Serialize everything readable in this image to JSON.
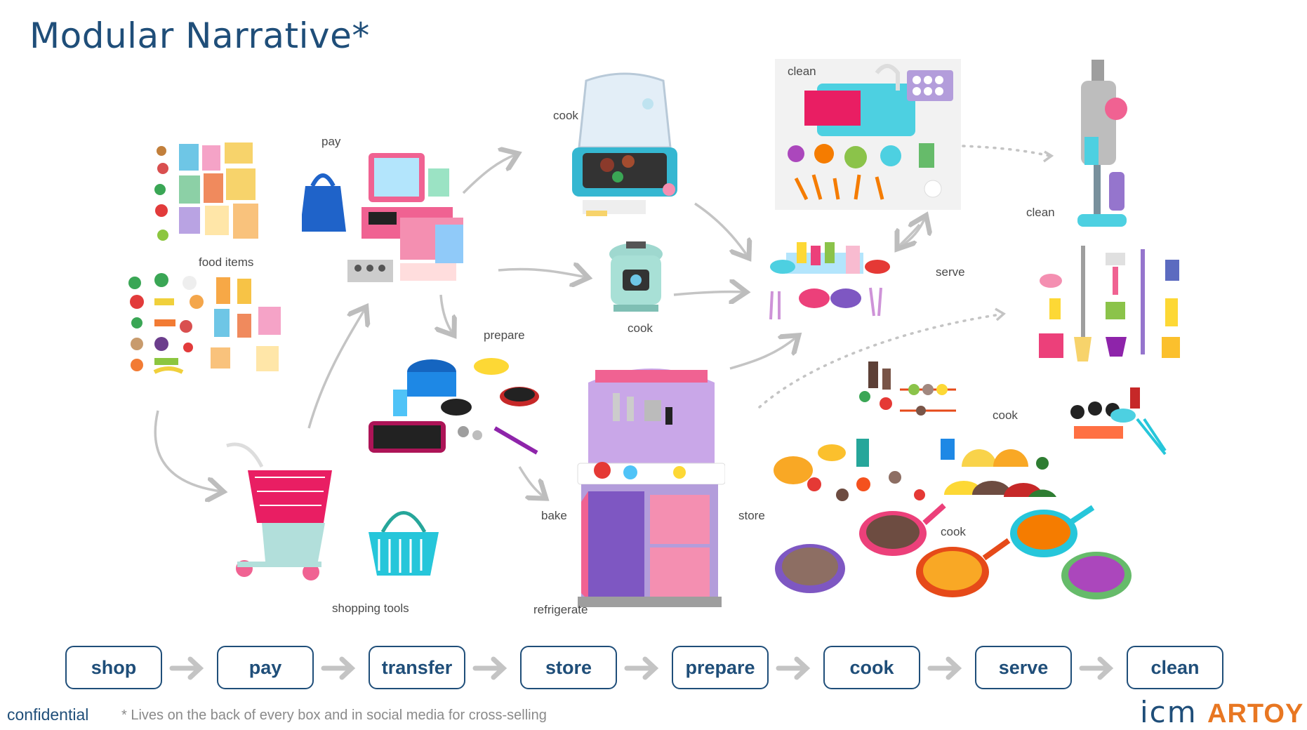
{
  "title": "Modular Narrative*",
  "labels": {
    "pay": "pay",
    "food_items": "food items",
    "cook_top": "cook",
    "cook_mid": "cook",
    "prepare": "prepare",
    "bake": "bake",
    "refrigerate": "refrigerate",
    "store": "store",
    "shopping_tools": "shopping tools",
    "clean_sink": "clean",
    "serve": "serve",
    "clean_right": "clean",
    "cook_right": "cook",
    "cook_bottom": "cook"
  },
  "flow": {
    "steps": [
      "shop",
      "pay",
      "transfer",
      "store",
      "prepare",
      "cook",
      "serve",
      "clean"
    ]
  },
  "footer": {
    "confidential": "confidential",
    "note": "* Lives on the back of every box and in social media for cross-selling"
  },
  "logo": {
    "icm": "icm",
    "artoy": "ARTOY"
  },
  "colors": {
    "title": "#1f4e79",
    "accent_orange": "#e87722",
    "arrow_gray": "#bdbdbd"
  }
}
